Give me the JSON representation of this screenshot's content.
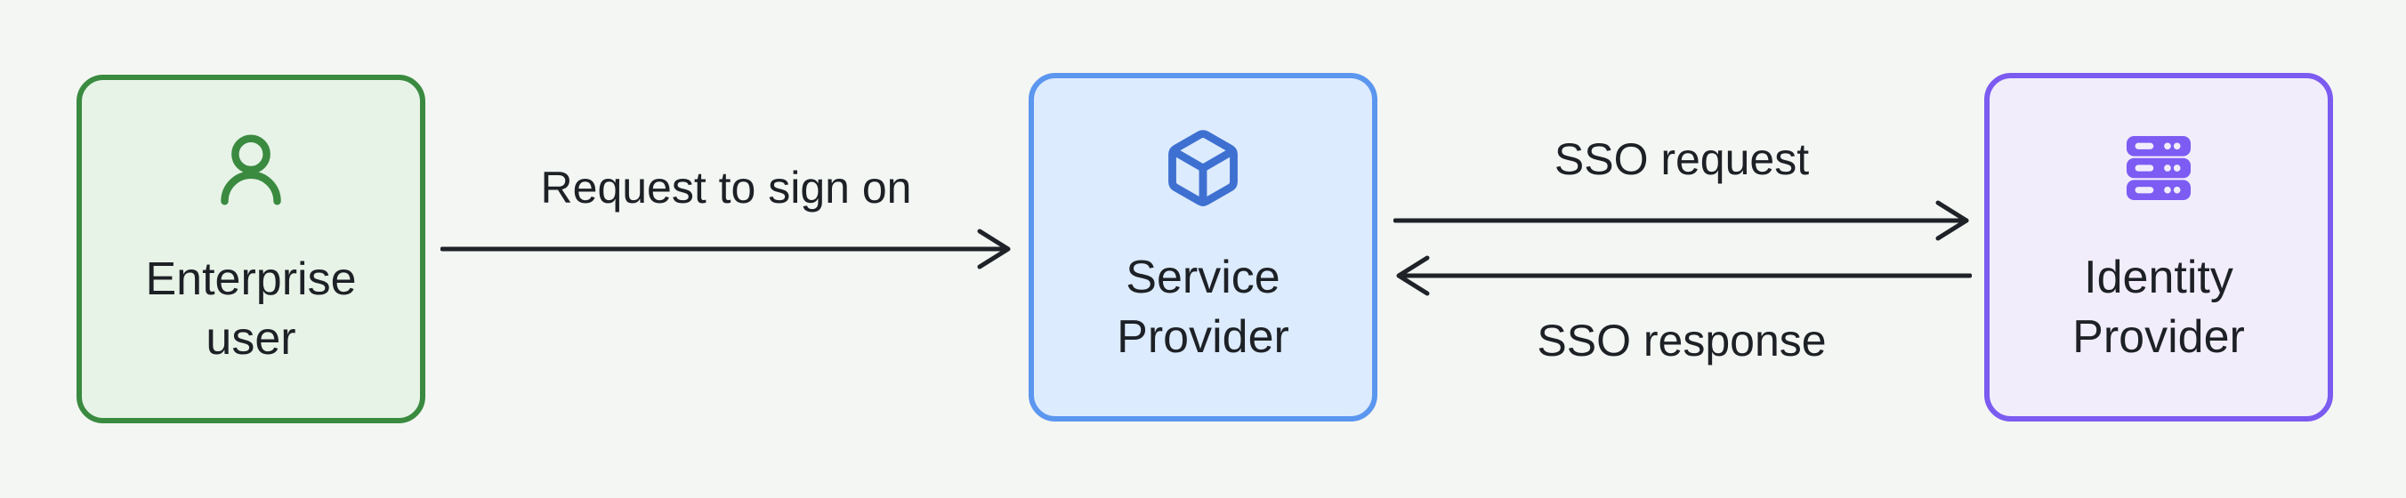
{
  "diagram": {
    "type": "flow",
    "background": "#f4f6f3",
    "text_color": "#1d2126",
    "arrow_color": "#1f2328",
    "nodes": [
      {
        "id": "enterprise-user",
        "label": "Enterprise user",
        "icon": "user-icon",
        "accent": "#3a8a40",
        "fill": "#e7f3e7",
        "icon_color": "#3a8a40"
      },
      {
        "id": "service-provider",
        "label": "Service Provider",
        "icon": "cube-icon",
        "accent": "#5b96ef",
        "fill": "#dcebfd",
        "icon_color": "#3e70d1"
      },
      {
        "id": "identity-provider",
        "label": "Identity Provider",
        "icon": "server-stack-icon",
        "accent": "#7b5bf0",
        "fill": "#f2edfb",
        "icon_color": "#7c5cf3"
      }
    ],
    "edges": [
      {
        "label": "Request to sign on",
        "from": "enterprise-user",
        "to": "service-provider",
        "direction": "right"
      },
      {
        "label": "SSO request",
        "from": "service-provider",
        "to": "identity-provider",
        "direction": "right"
      },
      {
        "label": "SSO response",
        "from": "identity-provider",
        "to": "service-provider",
        "direction": "left"
      }
    ]
  }
}
